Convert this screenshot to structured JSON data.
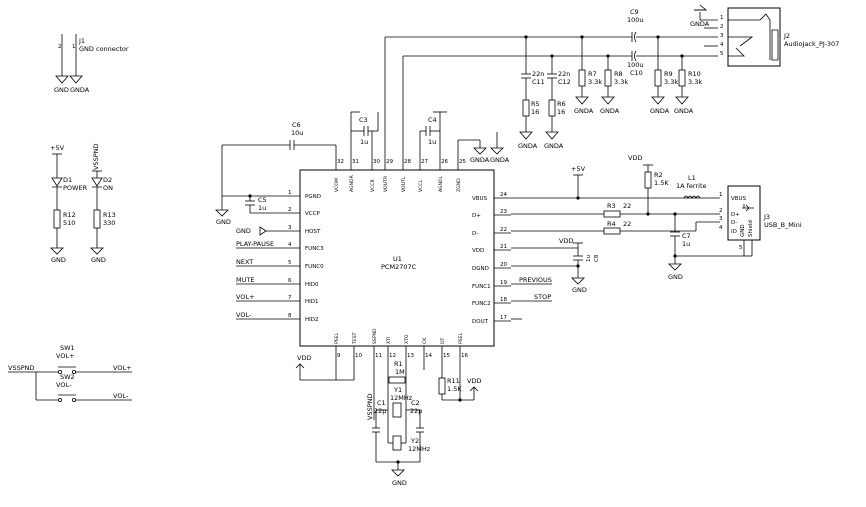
{
  "connectors": {
    "j1": {
      "ref": "J1",
      "value": "GND connector",
      "pins": [
        "2",
        "1"
      ],
      "nets": [
        "GND",
        "GNDA"
      ]
    },
    "j2": {
      "ref": "J2",
      "value": "AudioJack_PJ-307",
      "pins": [
        "1",
        "2",
        "3",
        "4",
        "5"
      ],
      "gnd": "GNDA"
    },
    "j3": {
      "ref": "J3",
      "value": "USB_B_Mini",
      "pins": [
        "1",
        "2",
        "3",
        "4",
        "5"
      ],
      "pin_labels": [
        "VBUS",
        "D+",
        "D-",
        "ID",
        "GND"
      ],
      "shield": "Shield"
    }
  },
  "leds": {
    "d1": {
      "ref": "D1",
      "value": "POWER",
      "supply": "+5V"
    },
    "d2": {
      "ref": "D2",
      "value": "ON",
      "supply": "VSSPND"
    },
    "r12": {
      "ref": "R12",
      "value": "510"
    },
    "r13": {
      "ref": "R13",
      "value": "330"
    },
    "gnd": "GND"
  },
  "switches": {
    "net": "VSSPND",
    "sw1": {
      "ref": "SW1",
      "value": "VOL+",
      "net": "VOL+"
    },
    "sw2": {
      "ref": "SW2",
      "value": "VOL-",
      "net": "VOL-"
    }
  },
  "ic": {
    "ref": "U1",
    "value": "PCM2707C",
    "left_pins": [
      {
        "num": "1",
        "name": "PGND"
      },
      {
        "num": "2",
        "name": "VCCP"
      },
      {
        "num": "3",
        "name": "HOST"
      },
      {
        "num": "4",
        "name": "FUNC3"
      },
      {
        "num": "5",
        "name": "FUNC0"
      },
      {
        "num": "6",
        "name": "HID0"
      },
      {
        "num": "7",
        "name": "HID1"
      },
      {
        "num": "8",
        "name": "HID2"
      }
    ],
    "right_pins": [
      {
        "num": "24",
        "name": "VBUS"
      },
      {
        "num": "23",
        "name": "D+"
      },
      {
        "num": "22",
        "name": "D-"
      },
      {
        "num": "21",
        "name": "VDD"
      },
      {
        "num": "20",
        "name": "DGND"
      },
      {
        "num": "19",
        "name": "FUNC1"
      },
      {
        "num": "18",
        "name": "FUNC2"
      },
      {
        "num": "17",
        "name": "DOUT"
      }
    ],
    "top_pins": [
      {
        "num": "32",
        "name": "VCOM"
      },
      {
        "num": "31",
        "name": "AGNDR"
      },
      {
        "num": "30",
        "name": "VCCR"
      },
      {
        "num": "29",
        "name": "VOUTR"
      },
      {
        "num": "28",
        "name": "VOUTL"
      },
      {
        "num": "27",
        "name": "VCCL"
      },
      {
        "num": "26",
        "name": "AGNDL"
      },
      {
        "num": "25",
        "name": "ZGND"
      }
    ],
    "bottom_pins": [
      {
        "num": "9",
        "name": "PSEL"
      },
      {
        "num": "10",
        "name": "TEST"
      },
      {
        "num": "11",
        "name": "SSPND"
      },
      {
        "num": "12",
        "name": "XTI"
      },
      {
        "num": "13",
        "name": "XTO"
      },
      {
        "num": "14",
        "name": "CK"
      },
      {
        "num": "15",
        "name": "DT"
      },
      {
        "num": "16",
        "name": "PSEL"
      }
    ]
  },
  "net_labels": {
    "play_pause": "PLAY-PAUSE",
    "next": "NEXT",
    "mute": "MUTE",
    "volp": "VOL+",
    "volm": "VOL-",
    "previous": "PREVIOUS",
    "stop": "STOP",
    "vsspnd": "VSSPND"
  },
  "power": {
    "vdd": "VDD",
    "p5v": "+5V",
    "gnd": "GND",
    "gnda": "GNDA"
  },
  "components": {
    "c1": {
      "ref": "C1",
      "value": "22p"
    },
    "c2": {
      "ref": "C2",
      "value": "22p"
    },
    "c3": {
      "ref": "C3",
      "value": "1u"
    },
    "c4": {
      "ref": "C4",
      "value": "1u"
    },
    "c5": {
      "ref": "C5",
      "value": "1u"
    },
    "c6": {
      "ref": "C6",
      "value": "10u"
    },
    "c7": {
      "ref": "C7",
      "value": "1u"
    },
    "c8": {
      "ref": "C8",
      "value": "1u"
    },
    "c9": {
      "ref": "C9",
      "value": "100u"
    },
    "c10": {
      "ref": "C10",
      "value": "100u"
    },
    "c11": {
      "ref": "C11",
      "value": "22n"
    },
    "c12": {
      "ref": "C12",
      "value": "22n"
    },
    "r1": {
      "ref": "R1",
      "value": "1M"
    },
    "r2": {
      "ref": "R2",
      "value": "1.5K"
    },
    "r3": {
      "ref": "R3",
      "value": "22"
    },
    "r4": {
      "ref": "R4",
      "value": "22"
    },
    "r5": {
      "ref": "R5",
      "value": "16"
    },
    "r6": {
      "ref": "R6",
      "value": "16"
    },
    "r7": {
      "ref": "R7",
      "value": "3.3k"
    },
    "r8": {
      "ref": "R8",
      "value": "3.3k"
    },
    "r9": {
      "ref": "R9",
      "value": "3.3k"
    },
    "r10": {
      "ref": "R10",
      "value": "3.3k"
    },
    "r11": {
      "ref": "R11",
      "value": "1.5K"
    },
    "y1": {
      "ref": "Y1",
      "value": "12MHz"
    },
    "y2": {
      "ref": "Y2",
      "value": "12MHz"
    },
    "l1": {
      "ref": "L1",
      "value": "1A ferrite"
    }
  }
}
